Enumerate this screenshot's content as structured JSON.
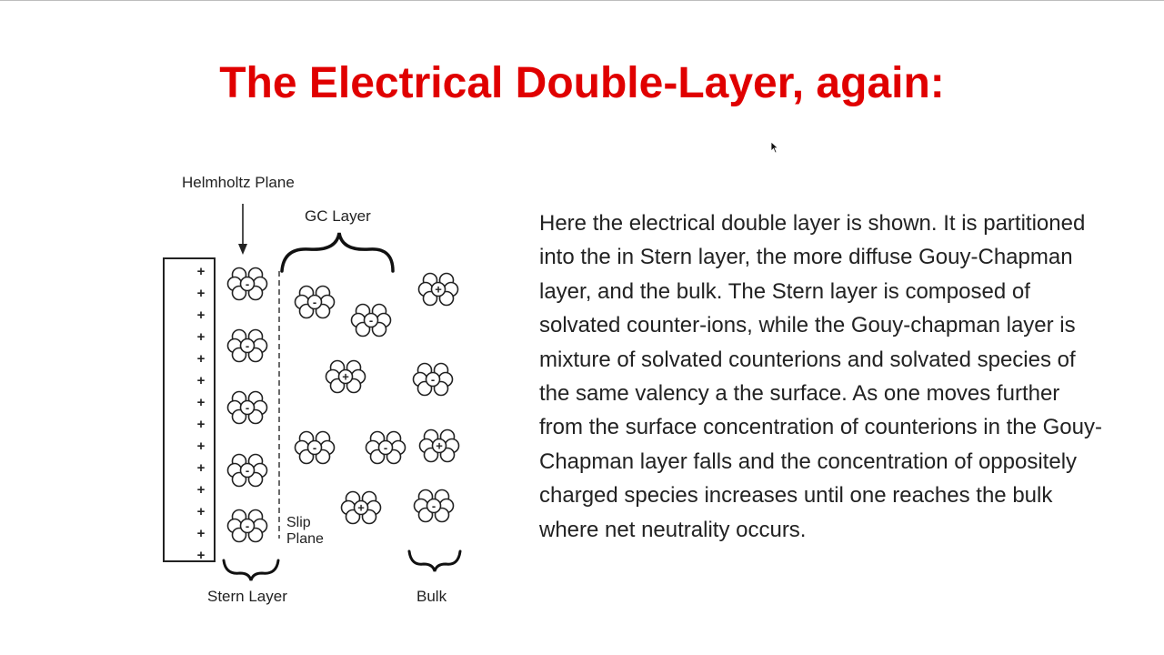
{
  "slide": {
    "title": "The Electrical Double-Layer, again:",
    "body": "Here the electrical double layer is shown. It is partitioned into the in Stern layer, the more diffuse Gouy-Chapman layer, and the bulk. The Stern layer is composed of solvated counter-ions, while the Gouy-chapman layer is mixture of solvated counterions and solvated species of the same valency a the surface. As one moves further from the surface concentration of counterions in the Gouy-Chapman layer falls and the concentration of oppositely charged species increases until one reaches the bulk where net neutrality occurs."
  },
  "diagram": {
    "labels": {
      "helmholtz_plane": "Helmholtz Plane",
      "gc_layer": "GC Layer",
      "slip_plane_line1": "Slip",
      "slip_plane_line2": "Plane",
      "stern_layer": "Stern Layer",
      "bulk": "Bulk"
    },
    "surface_charge_symbol": "+",
    "surface_charge_count": 14,
    "ions": [
      {
        "charge": "-",
        "region": "stern"
      },
      {
        "charge": "-",
        "region": "stern"
      },
      {
        "charge": "-",
        "region": "stern"
      },
      {
        "charge": "-",
        "region": "stern"
      },
      {
        "charge": "-",
        "region": "stern"
      },
      {
        "charge": "-",
        "region": "gc"
      },
      {
        "charge": "-",
        "region": "gc"
      },
      {
        "charge": "+",
        "region": "gc"
      },
      {
        "charge": "-",
        "region": "gc"
      },
      {
        "charge": "-",
        "region": "gc"
      },
      {
        "charge": "+",
        "region": "gc"
      },
      {
        "charge": "+",
        "region": "bulk"
      },
      {
        "charge": "-",
        "region": "bulk"
      },
      {
        "charge": "+",
        "region": "bulk"
      },
      {
        "charge": "-",
        "region": "bulk"
      }
    ]
  }
}
